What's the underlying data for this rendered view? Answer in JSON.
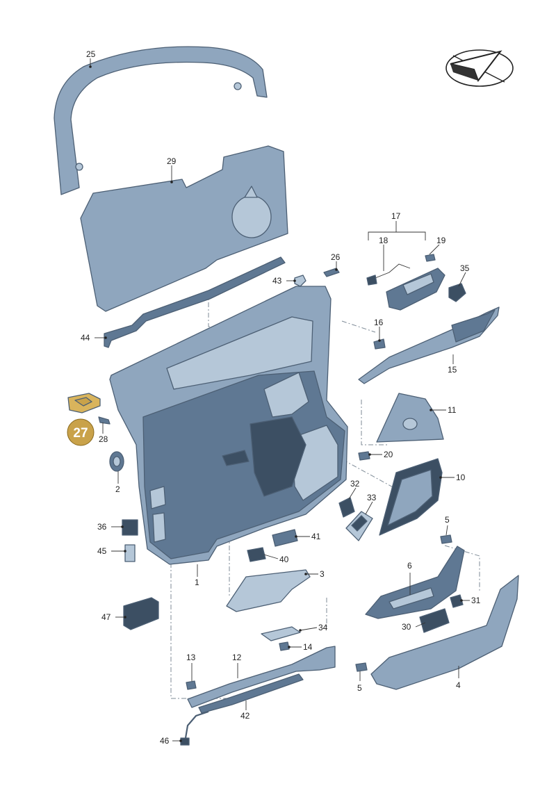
{
  "callouts": [
    {
      "id": "p25",
      "text": "25"
    },
    {
      "id": "p29",
      "text": "29"
    },
    {
      "id": "p17",
      "text": "17"
    },
    {
      "id": "p18",
      "text": "18"
    },
    {
      "id": "p19",
      "text": "19"
    },
    {
      "id": "p26",
      "text": "26"
    },
    {
      "id": "p43",
      "text": "43"
    },
    {
      "id": "p35",
      "text": "35"
    },
    {
      "id": "p44",
      "text": "44"
    },
    {
      "id": "p16",
      "text": "16"
    },
    {
      "id": "p15",
      "text": "15"
    },
    {
      "id": "p11",
      "text": "11"
    },
    {
      "id": "p28",
      "text": "28"
    },
    {
      "id": "p20",
      "text": "20"
    },
    {
      "id": "p10",
      "text": "10"
    },
    {
      "id": "p2",
      "text": "2"
    },
    {
      "id": "p32",
      "text": "32"
    },
    {
      "id": "p33",
      "text": "33"
    },
    {
      "id": "p36",
      "text": "36"
    },
    {
      "id": "p41",
      "text": "41"
    },
    {
      "id": "p5a",
      "text": "5"
    },
    {
      "id": "p45",
      "text": "45"
    },
    {
      "id": "p40",
      "text": "40"
    },
    {
      "id": "p3",
      "text": "3"
    },
    {
      "id": "p6",
      "text": "6"
    },
    {
      "id": "p1",
      "text": "1"
    },
    {
      "id": "p31",
      "text": "31"
    },
    {
      "id": "p47",
      "text": "47"
    },
    {
      "id": "p30",
      "text": "30"
    },
    {
      "id": "p34",
      "text": "34"
    },
    {
      "id": "p14",
      "text": "14"
    },
    {
      "id": "p13",
      "text": "13"
    },
    {
      "id": "p12",
      "text": "12"
    },
    {
      "id": "p5b",
      "text": "5"
    },
    {
      "id": "p4",
      "text": "4"
    },
    {
      "id": "p42",
      "text": "42"
    },
    {
      "id": "p46",
      "text": "46"
    }
  ],
  "highlight": {
    "text": "27",
    "color": "#c9a24a"
  },
  "colors": {
    "part": "#8fa6be",
    "part_light": "#b5c7d8",
    "part_dark": "#5f7893",
    "outline": "#4c5f74"
  },
  "direction_symbol": "direction-arrow-icon"
}
